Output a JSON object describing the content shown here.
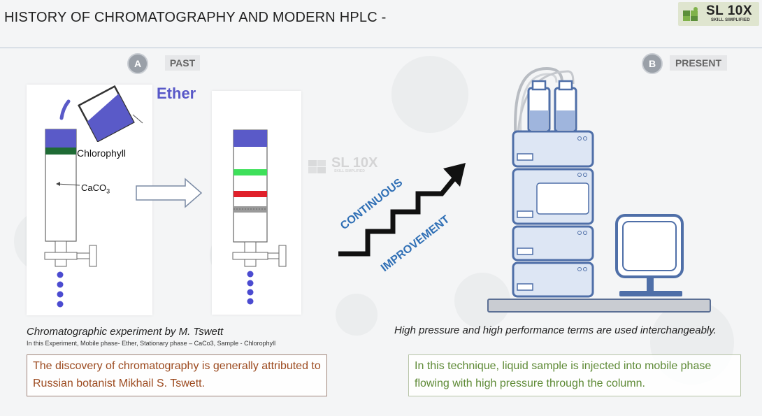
{
  "header": {
    "title": "HISTORY OF CHROMATOGRAPHY AND MODERN HPLC -",
    "logo_main": "SL 10X",
    "logo_sub": "SKILL SIMPLIFIED"
  },
  "past": {
    "badge": "A",
    "label": "PAST",
    "solvent_label": "Ether",
    "band_label": "Chlorophyll",
    "packing_label": "CaCO",
    "packing_subscript": "3",
    "caption": "Chromatographic experiment by M. Tswett",
    "subcaption": "In this Experiment, Mobile phase- Ether, Stationary phase – CaCo3, Sample - Chlorophyll",
    "description": "The discovery of chromatography is generally attributed to Russian botanist Mikhail S. Tswett."
  },
  "middle": {
    "word_upper": "CONTINUOUS",
    "word_lower": "IMPROVEMENT",
    "watermark_main": "SL 10X",
    "watermark_sub": "SKILL SIMPLIFIED"
  },
  "present": {
    "badge": "B",
    "label": "PRESENT",
    "caption": "High pressure and high performance terms are used interchangeably.",
    "description": "In this technique, liquid sample is injected into mobile phase flowing with high pressure through the column."
  },
  "colors": {
    "mobile_phase": "#5a5ac8",
    "chlorophyll_band": "#1f6b35",
    "green_band": "#3ee05a",
    "red_band": "#e0202a",
    "accent_text": "#2f6fb5",
    "instrument_fill": "#dde6f4",
    "instrument_stroke": "#4f6fa8"
  }
}
